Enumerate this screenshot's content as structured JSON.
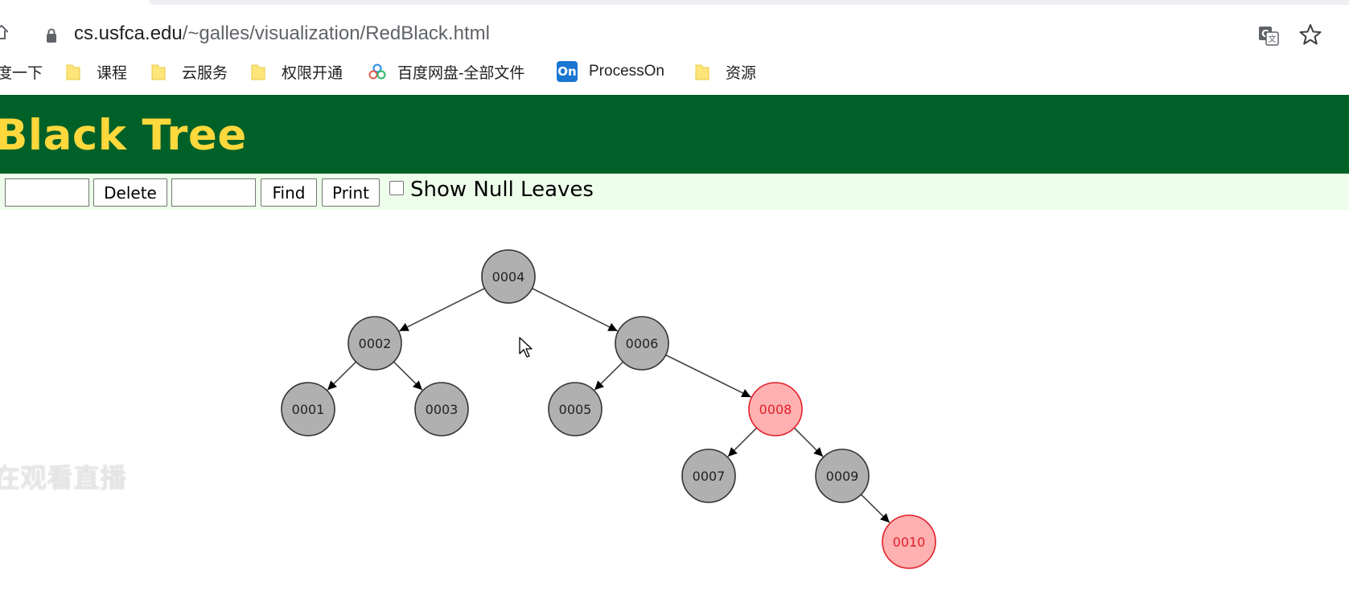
{
  "browser": {
    "url_host": "cs.usfca.edu",
    "url_path": "/~galles/visualization/RedBlack.html",
    "icons": [
      "home-icon",
      "lock-icon",
      "translate-icon",
      "star-icon"
    ]
  },
  "bookmarks": [
    {
      "label": "度一下",
      "icon": "none"
    },
    {
      "label": "课程",
      "icon": "folder-icon"
    },
    {
      "label": "云服务",
      "icon": "folder-icon"
    },
    {
      "label": "权限开通",
      "icon": "folder-icon"
    },
    {
      "label": "百度网盘-全部文件",
      "icon": "cloud-icon"
    },
    {
      "label": "ProcessOn",
      "icon": "on-icon",
      "icon_text": "On"
    },
    {
      "label": "资源",
      "icon": "folder-icon"
    }
  ],
  "page": {
    "title": "Black Tree",
    "header_bg": "#006128",
    "title_color": "#ffd83c",
    "controls_bg": "#edfeea",
    "controls": {
      "insert_value": "",
      "delete_label": "Delete",
      "delete_value": "",
      "find_label": "Find",
      "print_label": "Print",
      "show_null_leaves_label": "Show Null Leaves",
      "show_null_leaves_checked": false
    },
    "watermark": "在观看直播"
  },
  "tree": {
    "black_fill": "#b0b0b0",
    "red_fill": "#ffb0b0",
    "red_text": "#e0202a",
    "nodes": [
      {
        "key": "0004",
        "color": "black"
      },
      {
        "key": "0002",
        "color": "black"
      },
      {
        "key": "0006",
        "color": "black"
      },
      {
        "key": "0001",
        "color": "black"
      },
      {
        "key": "0003",
        "color": "black"
      },
      {
        "key": "0005",
        "color": "black"
      },
      {
        "key": "0008",
        "color": "red"
      },
      {
        "key": "0007",
        "color": "black"
      },
      {
        "key": "0009",
        "color": "black"
      },
      {
        "key": "0010",
        "color": "red"
      }
    ],
    "edges": [
      [
        "0004",
        "0002"
      ],
      [
        "0004",
        "0006"
      ],
      [
        "0002",
        "0001"
      ],
      [
        "0002",
        "0003"
      ],
      [
        "0006",
        "0005"
      ],
      [
        "0006",
        "0008"
      ],
      [
        "0008",
        "0007"
      ],
      [
        "0008",
        "0009"
      ],
      [
        "0009",
        "0010"
      ]
    ]
  }
}
